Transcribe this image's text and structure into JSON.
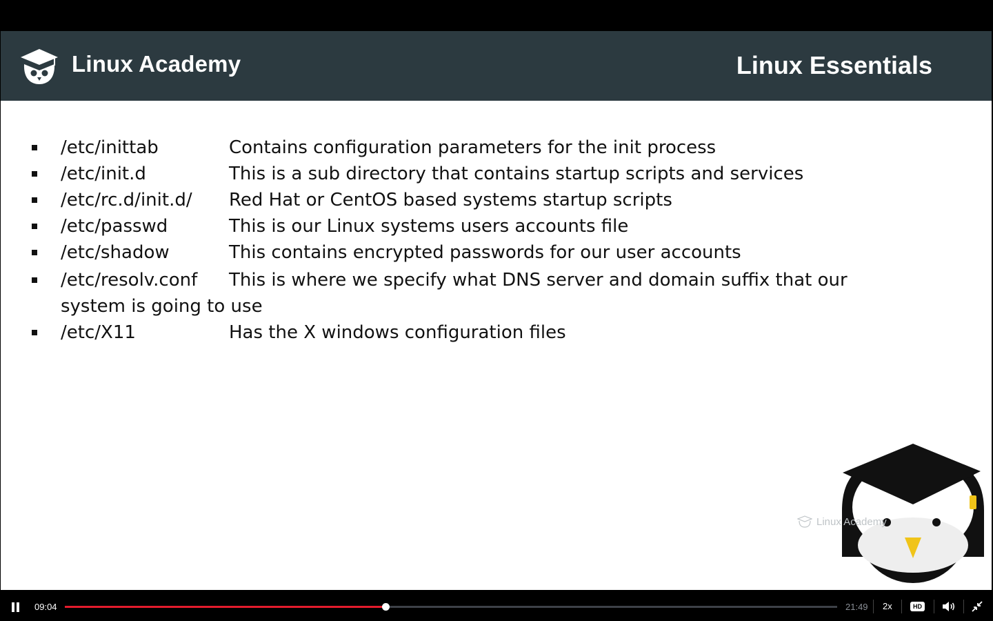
{
  "header": {
    "brand": "Linux Academy",
    "course_title": "Linux Essentials"
  },
  "slide": {
    "items": [
      {
        "path": "/etc/inittab",
        "description": "Contains configuration parameters for the init process"
      },
      {
        "path": "/etc/init.d",
        "description": "This is a sub directory that contains startup scripts and services"
      },
      {
        "path": "/etc/rc.d/init.d/",
        "description": "Red Hat or CentOS based systems startup scripts"
      },
      {
        "path": "/etc/passwd",
        "description": "This is our Linux systems users accounts file"
      },
      {
        "path": "/etc/shadow",
        "description": "This contains encrypted passwords for our user accounts"
      },
      {
        "path": "/etc/resolv.conf",
        "description": "This is where we specify what DNS server and domain suffix that our system is going to use"
      },
      {
        "path": "/etc/X11",
        "description": "Has the X windows configuration files"
      }
    ],
    "watermark": "Linux Academy"
  },
  "player": {
    "current_time": "09:04",
    "total_time": "21:49",
    "progress_fraction": 0.415,
    "speed": "2x",
    "quality": "HD",
    "icons": [
      "pause-icon",
      "volume-icon",
      "fullscreen-exit-icon",
      "hd-icon"
    ]
  },
  "colors": {
    "header_bg": "#2c3a40",
    "progress": "#e31b2c",
    "mascot_accent": "#f0c419"
  }
}
